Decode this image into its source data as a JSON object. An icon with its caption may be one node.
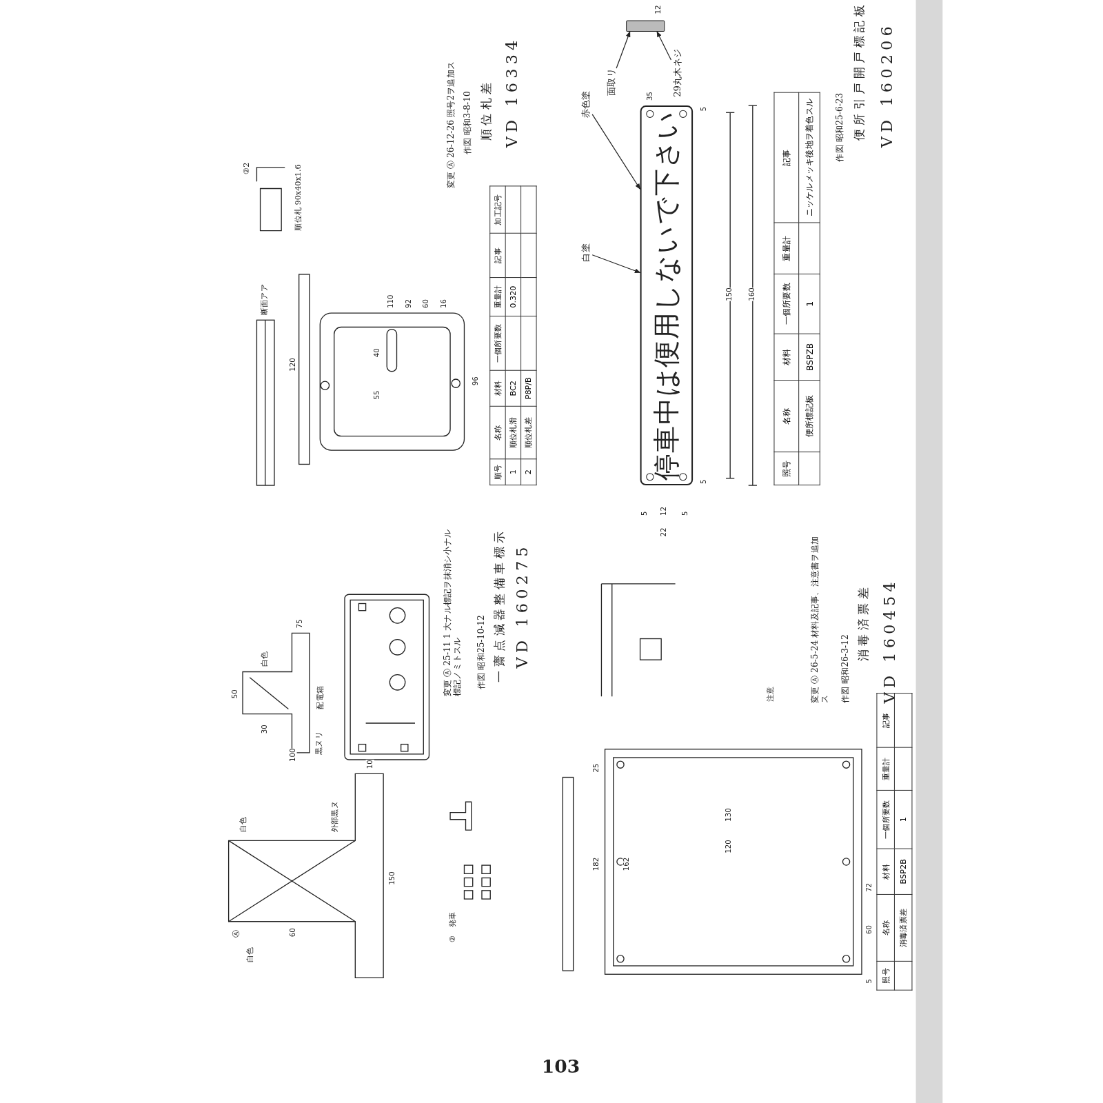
{
  "diagram": {
    "nodes": [
      {
        "text": [
          "停車中は便用しないで下さい"
        ]
      },
      {
        "text": [
          "赤色塗"
        ]
      },
      {
        "text": [
          "白塗"
        ]
      },
      {
        "text": [
          "面取リ"
        ]
      },
      {
        "text": [],
        "shape": "bar"
      },
      {
        "text": [
          "29丸木ネジ"
        ]
      }
    ],
    "edges": [
      {
        "from": 1,
        "to": 0,
        "arrow": "to"
      },
      {
        "from": 2,
        "to": 0,
        "arrow": "to"
      },
      {
        "from": 3,
        "to": 4,
        "arrow": "to"
      },
      {
        "from": 5,
        "to": 4,
        "arrow": "to"
      }
    ],
    "labels": [
      "100",
      "10",
      "60",
      "150",
      "白色",
      "外部黒ヌ",
      "白色",
      "Ⓐ",
      "50",
      "30",
      "75",
      "白色",
      "黒ヌリ",
      "配電箱",
      "②",
      "発車",
      "変更 Ⓐ 25-11 1 大ナル標記ヲ抹消シ小ナル標記ノミトスル",
      "作図 昭和25-10-12",
      "一齋点減器整備車標示",
      "VD 160275",
      "②2",
      "順位札 90x40x1.6",
      "断面アア",
      "120",
      "110",
      "96",
      "92",
      "60",
      "55",
      "40",
      "16",
      "順号",
      "名称",
      "材料",
      "一個所要数",
      "重量計",
      "記事",
      "加工記号",
      "1",
      "順位札滑",
      "BC2",
      "0.320",
      "2",
      "順位札差",
      "P8P/B",
      "変更 Ⓐ 26-12-26 照号2ヲ追加ス",
      "作図 昭和3-8-10",
      "順位札差",
      "VD 16334",
      "182",
      "162",
      "25",
      "130",
      "120",
      "72",
      "60",
      "5",
      "注意",
      "変更 Ⓐ 26-5-24 材料及記事、注意書ヲ追加ス",
      "作図 昭和26-3-12",
      "消毒済票差",
      "VD 160454",
      "照号",
      "名称",
      "材料",
      "一個所要数",
      "重量計",
      "記事",
      "消毒済票差",
      "BSP2B",
      "1",
      "35",
      "12",
      "150",
      "160",
      "5",
      "5",
      "5",
      "12",
      "5",
      "22",
      "照号",
      "名称",
      "材料",
      "一個所要数",
      "重量計",
      "記事",
      "便所標記板",
      "BSPZB",
      "1",
      "ニッケルメッキ後地ヲ着色スル",
      "作図 昭和25-6-23",
      "便所引戸開戸標記板",
      "VD 160206",
      "103"
    ]
  }
}
